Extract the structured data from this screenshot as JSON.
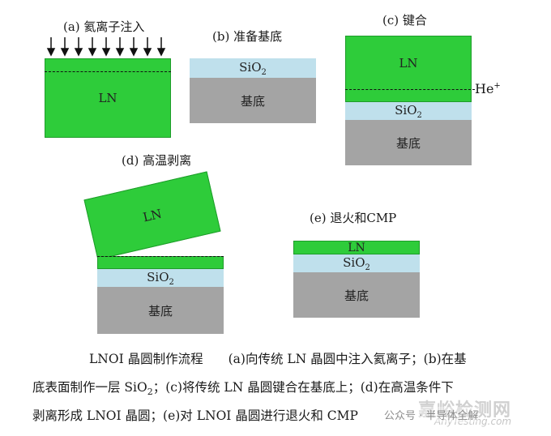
{
  "panels": {
    "a": {
      "title": "(a) 氦离子注入",
      "ln": "LN"
    },
    "b": {
      "title": "(b) 准备基底",
      "sio2": "SiO",
      "sio2_sub": "2",
      "substrate": "基底"
    },
    "c": {
      "title": "(c) 键合",
      "ln": "LN",
      "he": "He",
      "he_sup": "+",
      "sio2": "SiO",
      "sio2_sub": "2",
      "substrate": "基底"
    },
    "d": {
      "title": "(d) 高温剥离",
      "ln": "LN",
      "sio2": "SiO",
      "sio2_sub": "2",
      "substrate": "基底"
    },
    "e": {
      "title": "(e) 退火和CMP",
      "ln": "LN",
      "sio2": "SiO",
      "sio2_sub": "2",
      "substrate": "基底"
    }
  },
  "caption": {
    "line1": "LNOI 晶圆制作流程　　(a)向传统 LN 晶圆中注入氦离子；(b)在基",
    "line2_a": "底表面制作一层 SiO",
    "line2_sub": "2",
    "line2_b": "；(c)将传统 LN 晶圆键合在基底上；(d)在高温条件下",
    "line3": "剥离形成 LNOI 晶圆；(e)对 LNOI 晶圆进行退火和 CMP"
  },
  "watermark": {
    "main": "嘉峪检测网",
    "url": "AnyTesting.com",
    "wechat": "公众号 · 半导体全解"
  },
  "colors": {
    "ln": "#2ecc3a",
    "sio2": "#bfe0ec",
    "substrate": "#a4a4a4"
  }
}
